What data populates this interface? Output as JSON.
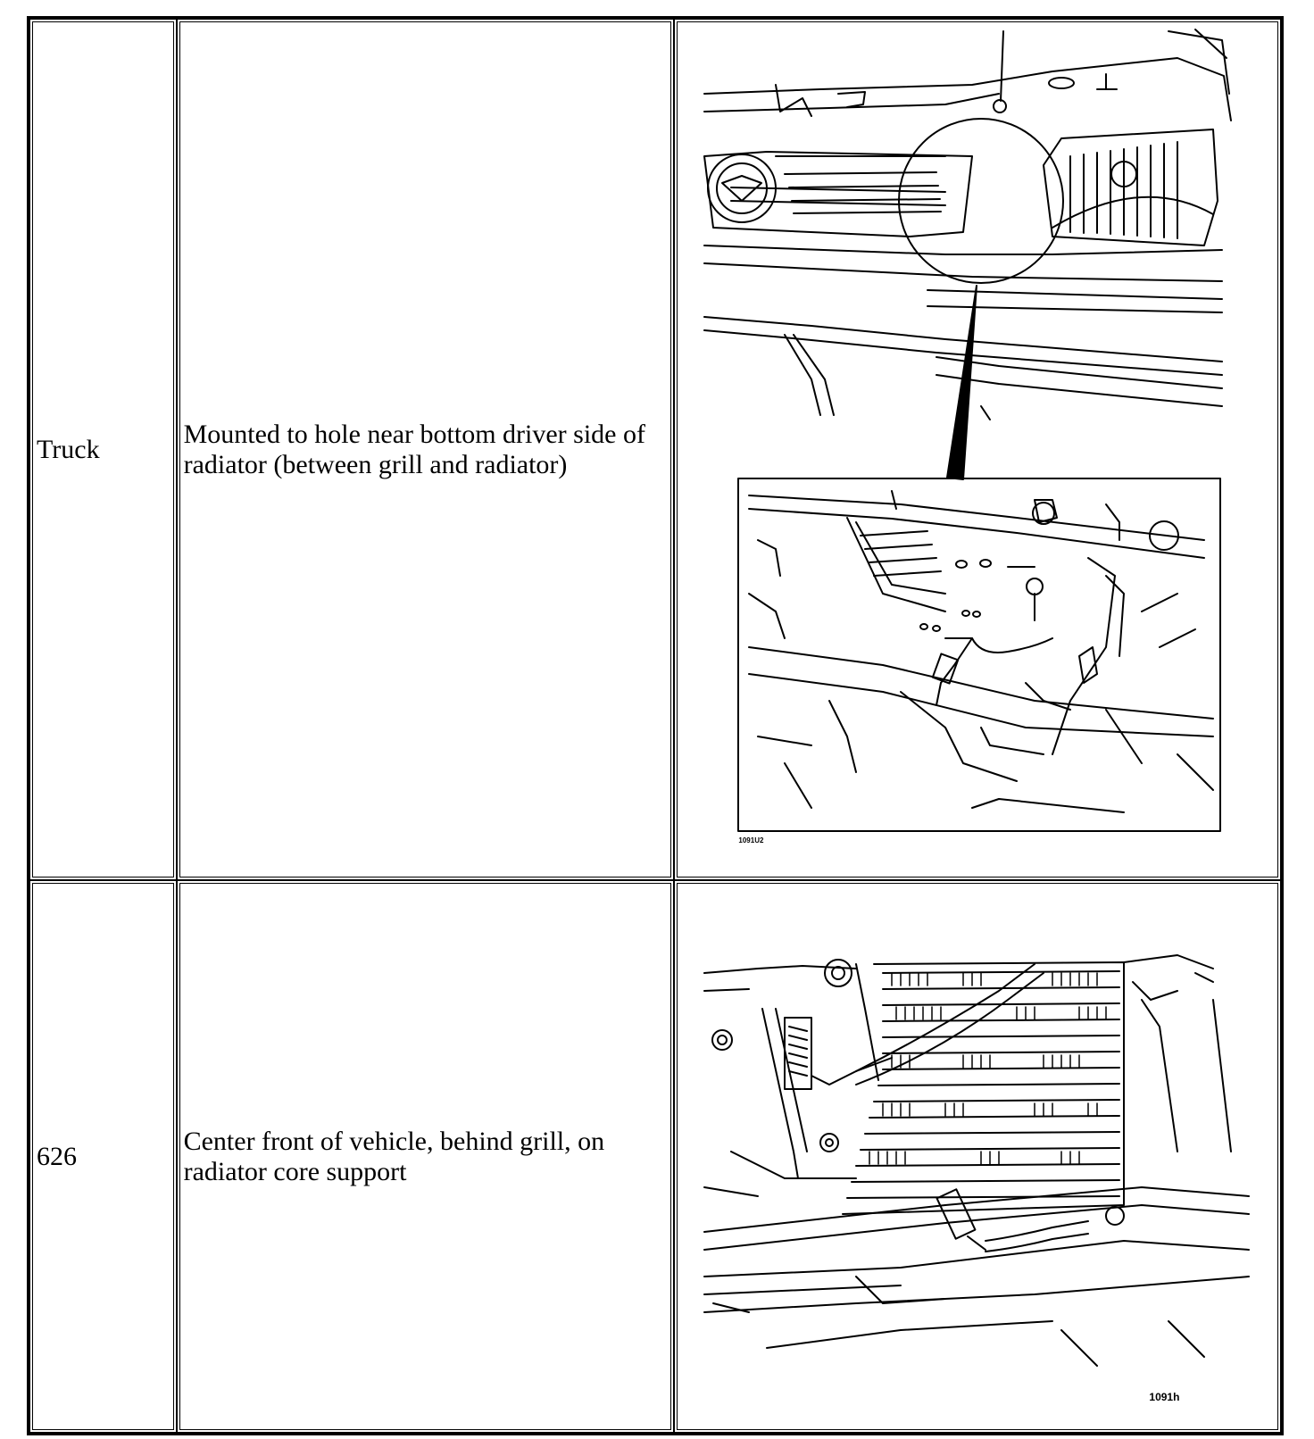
{
  "rows": [
    {
      "model": "Truck",
      "location": "Mounted to hole near bottom driver side of radiator (between grill and radiator)",
      "figure_code": "1091U2"
    },
    {
      "model": "626",
      "location": "Center front of vehicle, behind grill, on radiator core support",
      "figure_code": "1091h"
    }
  ]
}
